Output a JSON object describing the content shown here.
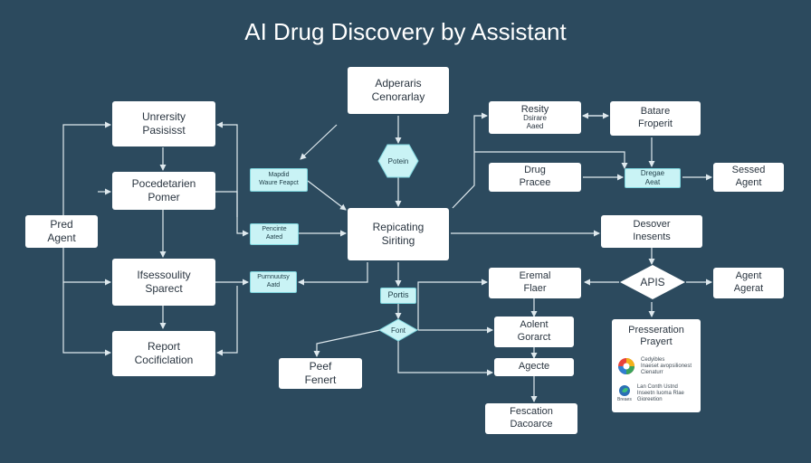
{
  "title": "AI Drug Discovery by Assistant",
  "nodes": {
    "adperaris": {
      "l1": "Adperaris",
      "l2": "Cenorarlay"
    },
    "unrersity": {
      "l1": "Unrersity",
      "l2": "Pasisisst"
    },
    "pocedetarien": {
      "l1": "Pocedetarien",
      "l2": "Pomer"
    },
    "pred_agent": {
      "l1": "Pred",
      "l2": "Agent"
    },
    "ifsessoulity": {
      "l1": "Ifsessoulity",
      "l2": "Sparect"
    },
    "report": {
      "l1": "Report",
      "l2": "Cocificlation"
    },
    "mapdid": {
      "l1": "Mapdid",
      "l2": "Waure Feapct"
    },
    "pencinte": {
      "l1": "Pencinte",
      "l2": "Aated"
    },
    "purnnuutsy": {
      "l1": "Purnnuutsy",
      "l2": "Aatd"
    },
    "replicating": {
      "l1": "Repicating",
      "l2": "Siriting"
    },
    "protein": "Potein",
    "portis": "Portis",
    "font": "Font",
    "peef": {
      "l1": "Peef",
      "l2": "Fenert"
    },
    "resity": {
      "l1": "Resity",
      "l2": "Dsirare",
      "l3": "Aaed"
    },
    "batare": {
      "l1": "Batare",
      "l2": "Froperit"
    },
    "drug": {
      "l1": "Drug",
      "l2": "Pracee"
    },
    "dregae": {
      "l1": "Dregae",
      "l2": "Aeat"
    },
    "sessed": {
      "l1": "Sessed",
      "l2": "Agent"
    },
    "desover": {
      "l1": "Desover",
      "l2": "Inesents"
    },
    "eremal": {
      "l1": "Eremal",
      "l2": "Flaer"
    },
    "apis": "APIS",
    "agent_right": {
      "l1": "Agent",
      "l2": "Agerat"
    },
    "aolent": {
      "l1": "Aolent",
      "l2": "Gorarct"
    },
    "agecte": "Agecte",
    "fescation": {
      "l1": "Fescation",
      "l2": "Dacoarce"
    },
    "presseration": {
      "l1": "Presseration",
      "l2": "Prayert",
      "row1": [
        "Cedyibles",
        "Inaeset avopsilionest",
        "Cienaturr"
      ],
      "row2": [
        "Lan Conth Ustnd",
        "Inseetn Iuoma Rlae",
        "Gioreetion"
      ],
      "row2_caption": "Breaes"
    }
  },
  "colors": {
    "background": "#2c4a5e",
    "node": "#ffffff",
    "node_accent": "#c9f3f5",
    "edge": "#dfe9ee"
  }
}
